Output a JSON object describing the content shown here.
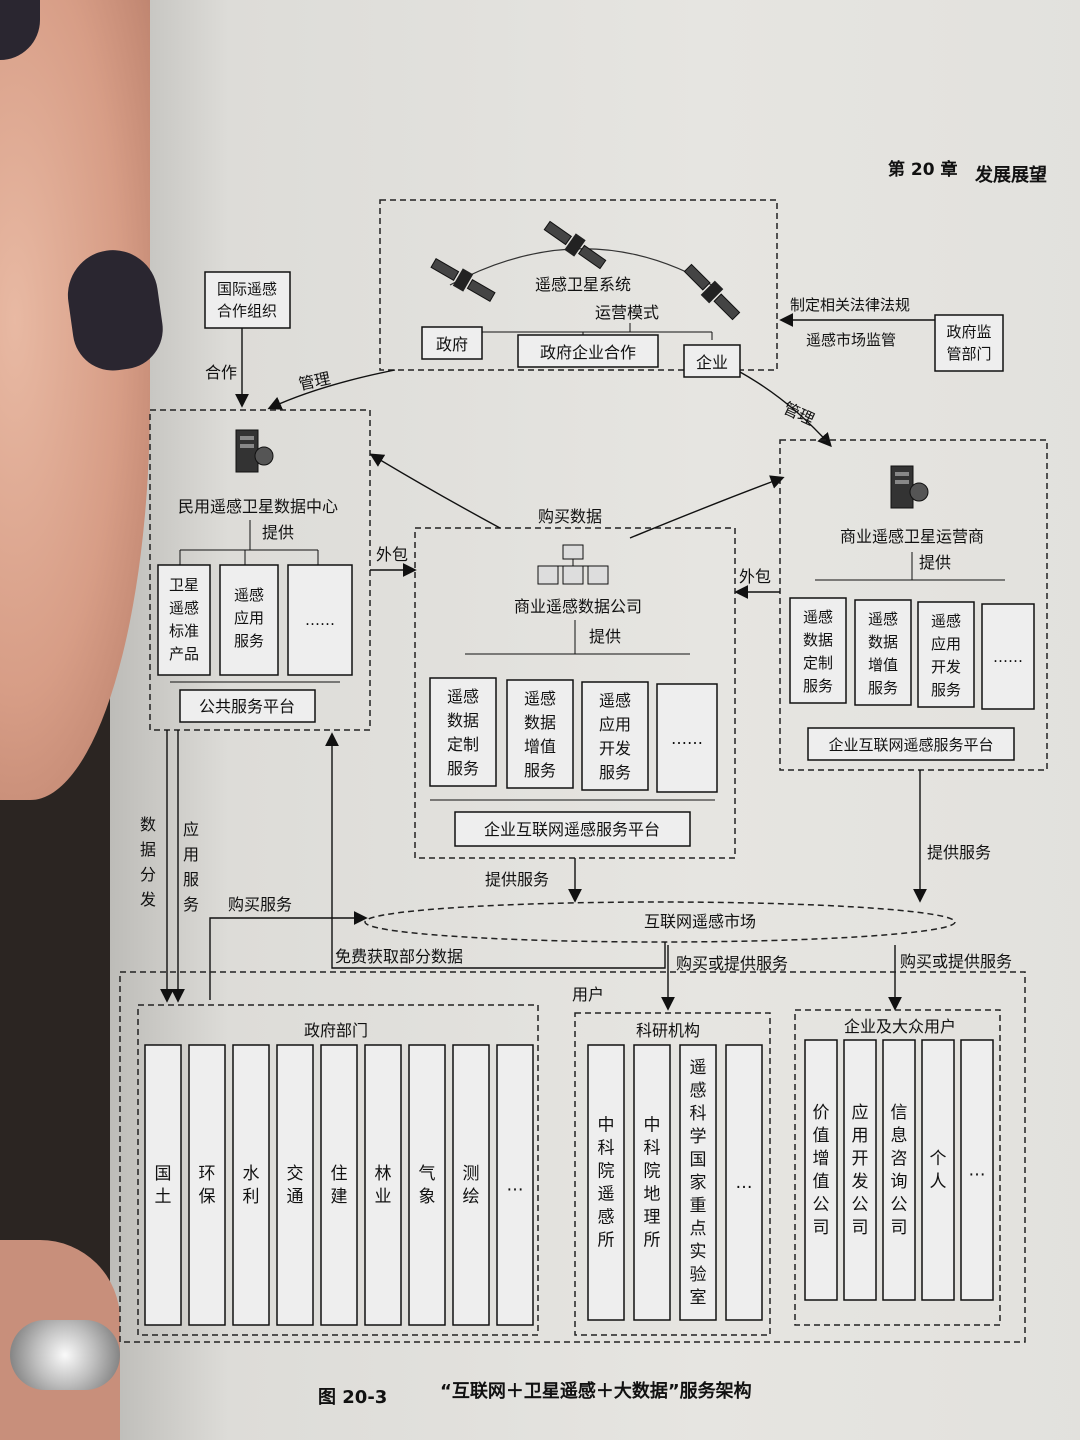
{
  "header": {
    "chapter": "第 20 章",
    "title": "发展展望"
  },
  "caption": {
    "fig_no": "图 20-3",
    "title": "“互联网＋卫星遥感＋大数据”服务架构"
  },
  "satellite_system": {
    "title_line1": "遥感卫星系统",
    "title_line2": "运营模式",
    "modes": [
      "政府",
      "政府企业合作",
      "企业"
    ]
  },
  "intl_org": {
    "line1": "国际遥感",
    "line2": "合作组织"
  },
  "gov_reg": {
    "line1": "政府监",
    "line2": "管部门"
  },
  "labels": {
    "cooperate": "合作",
    "manage_left": "管理",
    "manage_right": "管理",
    "law_line1": "制定相关法律法规",
    "law_line2": "遥感市场监管",
    "buy_data": "购买数据",
    "outsource_left": "外包",
    "outsource_right": "外包",
    "provide": "提供",
    "provide_service_center": "提供服务",
    "provide_service_right": "提供服务",
    "data_dist": [
      "数",
      "据",
      "分",
      "发"
    ],
    "app_service": [
      "应",
      "用",
      "服",
      "务"
    ],
    "buy_service": "购买服务",
    "free_data": "免费获取部分数据",
    "buy_or_provide_1": "购买或提供服务",
    "buy_or_provide_2": "购买或提供服务"
  },
  "civil_center": {
    "title": "民用遥感卫星数据中心",
    "items": [
      [
        "卫星",
        "遥感",
        "标准",
        "产品"
      ],
      [
        "遥感",
        "应用",
        "服务"
      ],
      [
        "……"
      ]
    ],
    "platform": "公共服务平台"
  },
  "commercial_operator": {
    "title": "商业遥感卫星运营商",
    "items": [
      [
        "遥感",
        "数据",
        "定制",
        "服务"
      ],
      [
        "遥感",
        "数据",
        "增值",
        "服务"
      ],
      [
        "遥感",
        "应用",
        "开发",
        "服务"
      ],
      [
        "……"
      ]
    ],
    "platform": "企业互联网遥感服务平台"
  },
  "data_company": {
    "title": "商业遥感数据公司",
    "items": [
      [
        "遥感",
        "数据",
        "定制",
        "服务"
      ],
      [
        "遥感",
        "数据",
        "增值",
        "服务"
      ],
      [
        "遥感",
        "应用",
        "开发",
        "服务"
      ],
      [
        "……"
      ]
    ],
    "platform": "企业互联网遥感服务平台"
  },
  "market": {
    "label": "互联网遥感市场"
  },
  "users": {
    "title": "用户",
    "gov": {
      "title": "政府部门",
      "items": [
        "国土",
        "环保",
        "水利",
        "交通",
        "住建",
        "林业",
        "气象",
        "测绘",
        "…"
      ]
    },
    "research": {
      "title": "科研机构",
      "items": [
        "中科院遥感所",
        "中科院地理所",
        "遥感科学国家重点实验室",
        "…"
      ]
    },
    "enterprise": {
      "title": "企业及大众用户",
      "items": [
        "价值增值公司",
        "应用开发公司",
        "信息咨询公司",
        "个人",
        "…"
      ]
    }
  }
}
